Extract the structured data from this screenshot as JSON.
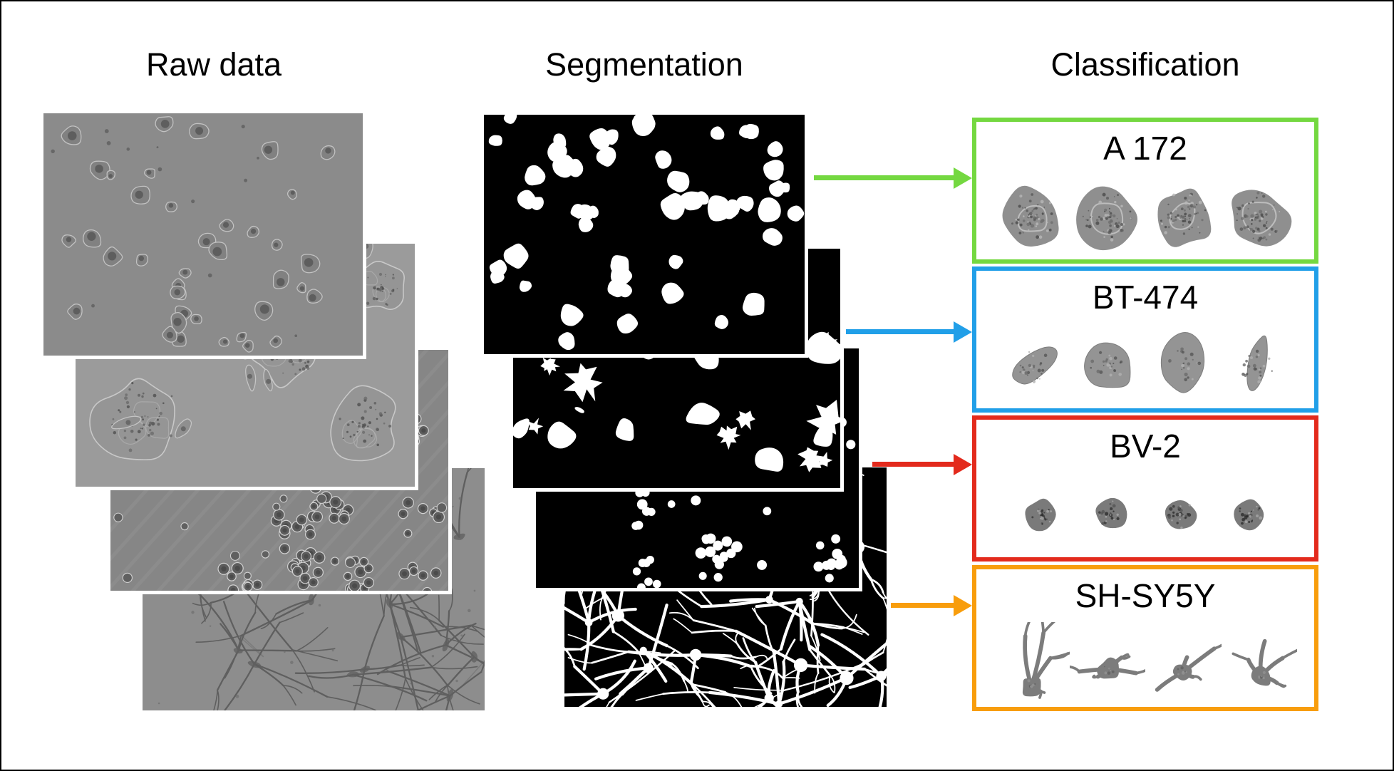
{
  "columns": {
    "raw": {
      "title": "Raw data"
    },
    "segmentation": {
      "title": "Segmentation"
    },
    "classification": {
      "title": "Classification"
    }
  },
  "raw_panels": [
    {
      "kind": "raw-sparse",
      "depicts": "phase-contrast image, sparse round cells"
    },
    {
      "kind": "raw-epithelial",
      "depicts": "phase-contrast image, epithelial cell clusters"
    },
    {
      "kind": "raw-grapes",
      "depicts": "phase-contrast image, grape-like clusters of small round cells"
    },
    {
      "kind": "raw-spindle",
      "depicts": "phase-contrast image, branched spindle-shaped cells"
    }
  ],
  "seg_panels": [
    {
      "kind": "seg-round",
      "depicts": "binary mask, round white blobs"
    },
    {
      "kind": "seg-spiky",
      "depicts": "binary mask, irregular spiky blobs"
    },
    {
      "kind": "seg-dots",
      "depicts": "binary mask, clusters of small dots"
    },
    {
      "kind": "seg-dendrite",
      "depicts": "binary mask, dendritic branching network"
    }
  ],
  "classes": [
    {
      "label": "A 172",
      "color": "#74d840",
      "cell_kind": "a172cell"
    },
    {
      "label": "BT-474",
      "color": "#219fe8",
      "cell_kind": "bt474cell"
    },
    {
      "label": "BV-2",
      "color": "#e32a1c",
      "cell_kind": "bv2cell"
    },
    {
      "label": "SH-SY5Y",
      "color": "#f89d0c",
      "cell_kind": "shsy5ycell"
    }
  ]
}
